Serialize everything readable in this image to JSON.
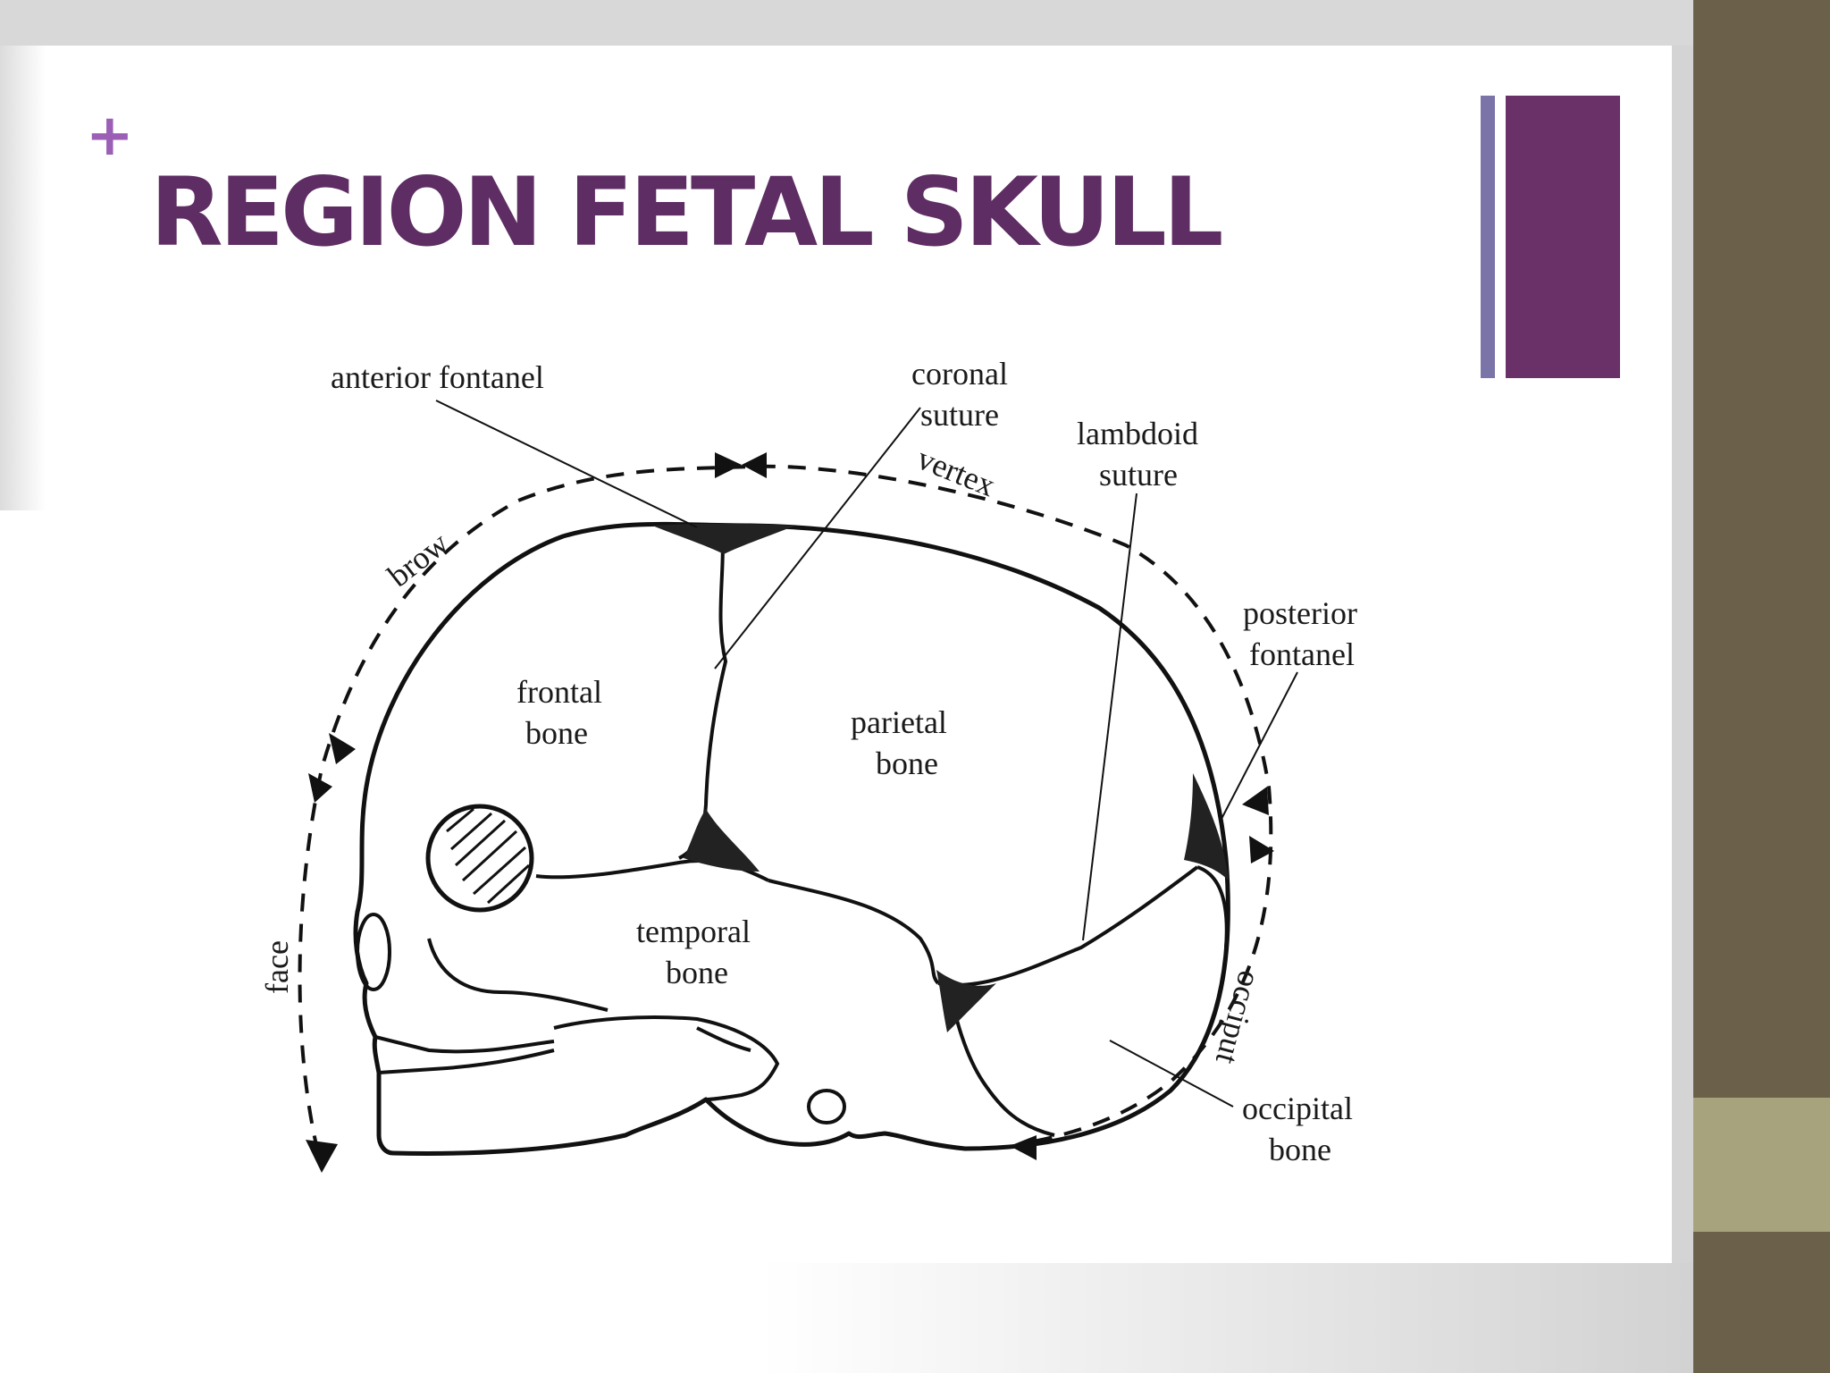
{
  "slide": {
    "plus_sign": "+",
    "title": "REGION FETAL SKULL"
  },
  "colors": {
    "title": "#5e2d63",
    "plus": "#9b5fb5",
    "accent_bar": "#6a3068",
    "accent_bar_thin": "#7b74a8",
    "frame_dark": "#6b614a",
    "frame_light": "#a7a37c",
    "frame_gray": "#d4d4d4"
  },
  "diagram": {
    "labels": {
      "anterior_fontanel": "anterior fontanel",
      "coronal_1": "coronal",
      "coronal_2": "suture",
      "lambdoid_1": "lambdoid",
      "lambdoid_2": "suture",
      "vertex": "vertex",
      "brow": "brow",
      "posterior_1": "posterior",
      "posterior_2": "fontanel",
      "frontal_1": "frontal",
      "frontal_2": "bone",
      "parietal_1": "parietal",
      "parietal_2": "bone",
      "temporal_1": "temporal",
      "temporal_2": "bone",
      "face": "face",
      "occiput": "occiput",
      "occipital_1": "occipital",
      "occipital_2": "bone"
    }
  }
}
